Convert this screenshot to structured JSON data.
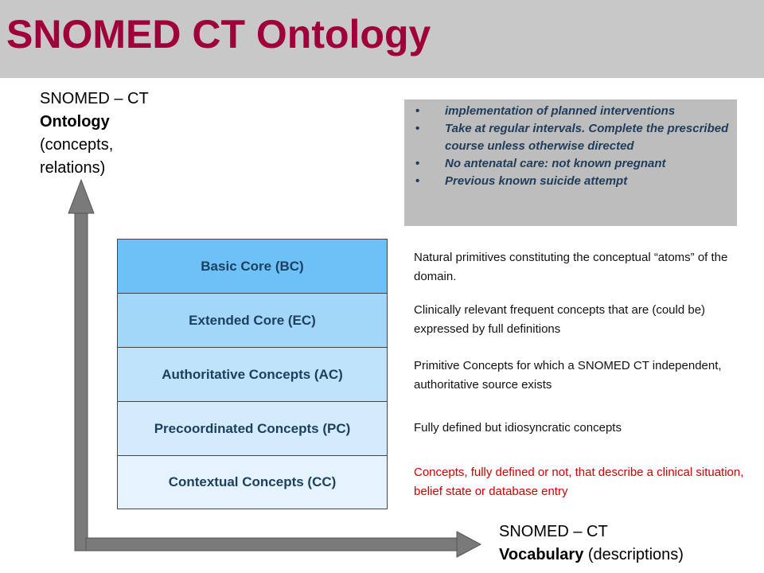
{
  "title": "SNOMED CT Ontology",
  "y_axis_label": {
    "line1": "SNOMED – CT",
    "line2": "Ontology",
    "line3": "(concepts,",
    "line4": "relations)"
  },
  "x_axis_label": {
    "line1": "SNOMED – CT",
    "line2_bold": "Vocabulary",
    "line2_rest": " (descriptions)"
  },
  "layers": [
    {
      "label": "Basic Core (BC)",
      "color": "#6ec1f7"
    },
    {
      "label": "Extended Core (EC)",
      "color": "#a3d7f9"
    },
    {
      "label": "Authoritative Concepts (AC)",
      "color": "#bfe3fb"
    },
    {
      "label": "Precoordinated Concepts (PC)",
      "color": "#d3ebfc"
    },
    {
      "label": "Contextual Concepts (CC)",
      "color": "#e4f3fd"
    }
  ],
  "bullets": [
    "implementation of planned interventions",
    "Take at regular intervals. Complete the prescribed course unless otherwise directed",
    "No antenatal care: not known pregnant",
    "Previous known suicide attempt"
  ],
  "bullet_glyph": "•",
  "descriptions": [
    {
      "text": "Natural primitives constituting the conceptual “atoms” of the domain.",
      "color": "#111111"
    },
    {
      "text": "Clinically relevant frequent concepts that are (could be) expressed by full definitions",
      "color": "#111111"
    },
    {
      "text": "Primitive Concepts for which a SNOMED CT independent, authoritative source exists",
      "color": "#111111"
    },
    {
      "text": "Fully defined but idiosyncratic concepts",
      "color": "#111111"
    },
    {
      "text": "Concepts, fully defined or not, that describe a clinical situation, belief state or database entry",
      "color": "#cc0000"
    }
  ],
  "colors": {
    "title": "#a0003a",
    "header_bg": "#c8c8c8",
    "axis": "#7a7a7a",
    "grey_box": "#bdbdbd"
  }
}
